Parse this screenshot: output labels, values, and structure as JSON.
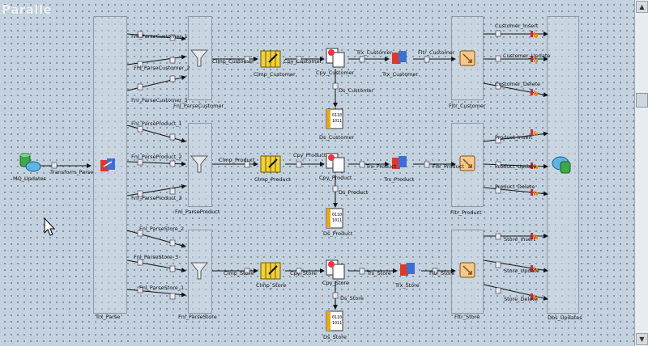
{
  "window": {
    "title": "Paralle"
  },
  "nodes": {
    "mq": "MQ_Updates",
    "trx_parse": "Trx_Parse",
    "fnl_customer": "Fnl_ParseCustomer",
    "fnl_product": "Fnl_ParseProduct",
    "fnl_store": "Fnl_ParseStore",
    "clmp_customer": "Clmp_Customer",
    "clmp_product": "Clmp_Product",
    "clmp_store": "Clmp_Store",
    "cpy_customer": "Cpy_Customer",
    "cpy_product": "Cpy_Product",
    "cpy_store": "Cpy_Store",
    "trx_customer": "Trx_Customer",
    "trx_product": "Trx_Product",
    "trx_store": "Trx_Store",
    "ds_customer": "Ds_Customer",
    "ds_product": "Ds_Product",
    "ds_store": "Ds_Store",
    "fltr_customer": "Fltr_Customer",
    "fltr_product": "Fltr_Product",
    "fltr_store": "Fltr_Store",
    "dbs_updates": "Dbs_Updates"
  },
  "links": {
    "transform_parse": "Transform_Parse",
    "fnl_parse_customer_1": "Fnl_ParseCustomer_1",
    "fnl_parse_customer_2": "Fnl_ParseCustomer_2",
    "fnl_parse_customer_3": "Fnl_ParseCustomer_3",
    "fnl_parse_product_1": "Fnl_ParseProduct_1",
    "fnl_parse_product_2": "Fnl_ParseProduct_2",
    "fnl_parse_product_3": "Fnl_ParseProduct_3",
    "fnl_parse_store_1": "Fnl_ParseStore_1",
    "fnl_parse_store_2": "Fnl_ParseStore_2",
    "fnl_parse_store_3": "Fnl_ParseStore_3",
    "clmp_customer_in": "Clmp_Customer",
    "cpy_customer_in": "Cpy_Customer",
    "trx_customer_in": "Trx_Customer",
    "fltr_customer_in": "Fltr_Customer",
    "ds_customer_in": "Ds_Customer",
    "clmp_product_in": "Clmp_Product",
    "cpy_product_in": "Cpy_Product",
    "trx_product_in": "Trx_Product",
    "fltr_product_in": "Fltr_Product",
    "ds_product_in": "Ds_Product",
    "clmp_store_in": "Clmp_Store",
    "cpy_store_in": "Cpy_Store",
    "trx_store_in": "Trx_Store",
    "fltr_store_in": "Fltr_Store",
    "ds_store_in": "Ds_Store",
    "customer_insert": "Customer_Insert",
    "customer_update": "Customer_Update",
    "customer_delete": "Customer_Delete",
    "product_insert": "Product_Insert",
    "product_update": "Product_Update",
    "product_delete": "Product_Delete",
    "store_insert": "Store_Insert",
    "store_update": "Store_Update",
    "store_delete": "Store_Delete"
  }
}
